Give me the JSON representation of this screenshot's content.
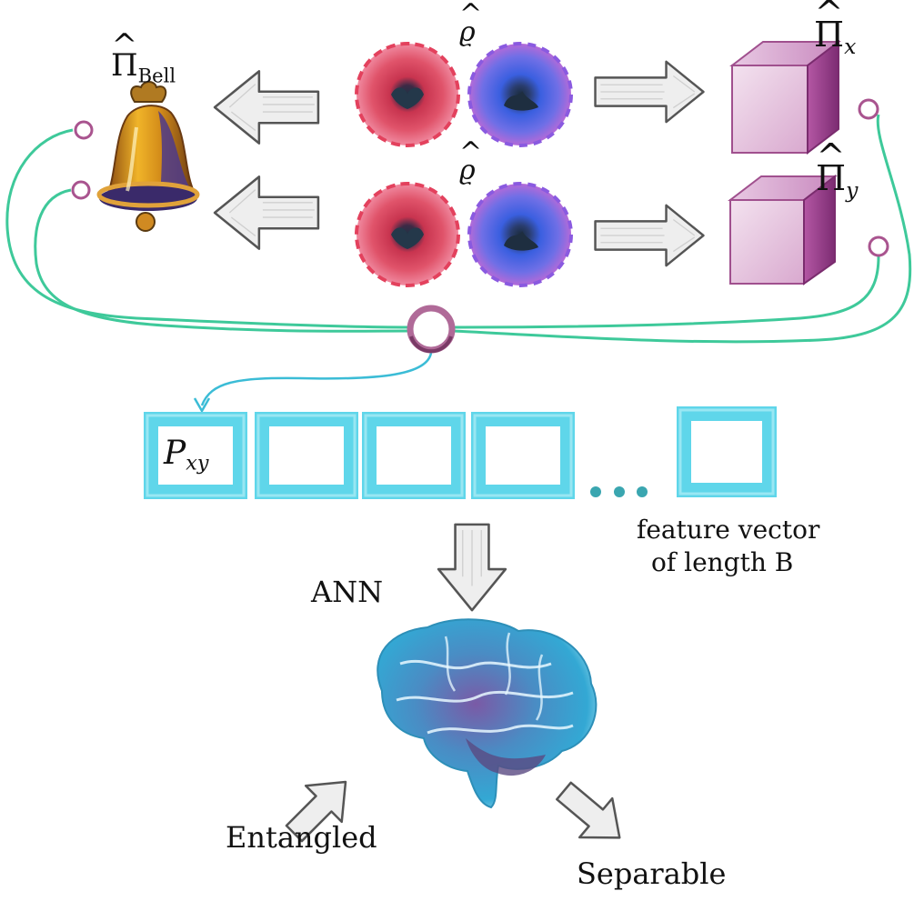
{
  "labels": {
    "pi_bell": {
      "symbol": "Π",
      "hat": "^",
      "subscript": "Bell"
    },
    "rho_top": {
      "symbol": "ϱ",
      "hat": "^"
    },
    "rho_bottom": {
      "symbol": "ϱ",
      "hat": "^"
    },
    "pi_x": {
      "symbol": "Π",
      "hat": "^",
      "subscript": "x"
    },
    "pi_y": {
      "symbol": "Π",
      "hat": "^",
      "subscript": "y"
    },
    "pxy": {
      "symbol": "P",
      "subscript": "xy"
    },
    "ellipsis": "...",
    "feature_vector_line1": "feature vector",
    "feature_vector_line2": "of length B",
    "ann": "ANN",
    "entangled": "Entangled",
    "separable": "Separable"
  },
  "icons": {
    "bell": "bell-icon",
    "state_red": "red-qubit-icon",
    "state_blue": "blue-qubit-icon",
    "cube": "measurement-cube-icon",
    "brain": "brain-icon",
    "arrow": "arrow-icon",
    "connector": "connector-node-icon"
  },
  "colors": {
    "wire": "#3ec99a",
    "connector_ring": "#a9548f",
    "feature_box": "#5fd6ea",
    "feature_dots": "#3aa6b0",
    "state_red": "#d9344a",
    "state_blue": "#3a5fe0",
    "cube_front": "#e6c8e0",
    "cube_side": "#9a3f8d",
    "bell_gold": "#e6a824",
    "bell_inside": "#5a3a8a",
    "arrow_fill": "#eeeeee",
    "arrow_stroke": "#666666",
    "brain_blue": "#33a8d4",
    "brain_purple": "#7a5aa6"
  }
}
